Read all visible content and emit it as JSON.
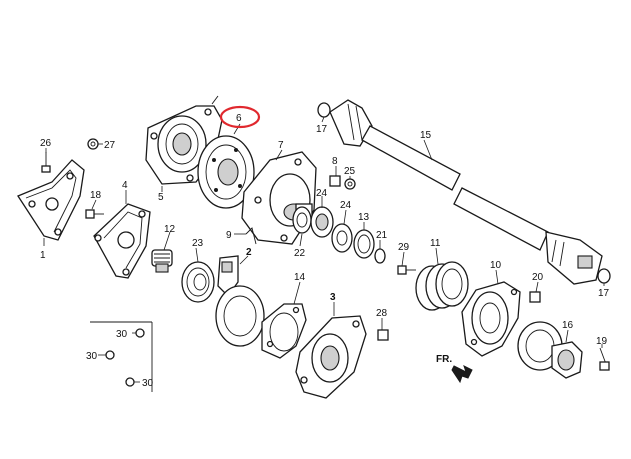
{
  "callouts": {
    "c1": "1",
    "c2": "2",
    "c3": "3",
    "c4": "4",
    "c5": "5",
    "c6": "6",
    "c7": "7",
    "c8": "8",
    "c9": "9",
    "c10": "10",
    "c11": "11",
    "c12": "12",
    "c13": "13",
    "c14": "14",
    "c15": "15",
    "c16": "16",
    "c17a": "17",
    "c17b": "17",
    "c18": "18",
    "c19": "19",
    "c20": "20",
    "c21": "21",
    "c22": "22",
    "c23": "23",
    "c24a": "24",
    "c24b": "24",
    "c25": "25",
    "c26": "26",
    "c27": "27",
    "c28": "28",
    "c29": "29",
    "c30a": "30",
    "c30b": "30",
    "c30c": "30"
  },
  "direction_label": "FR.",
  "highlight_color": "#e0282e"
}
